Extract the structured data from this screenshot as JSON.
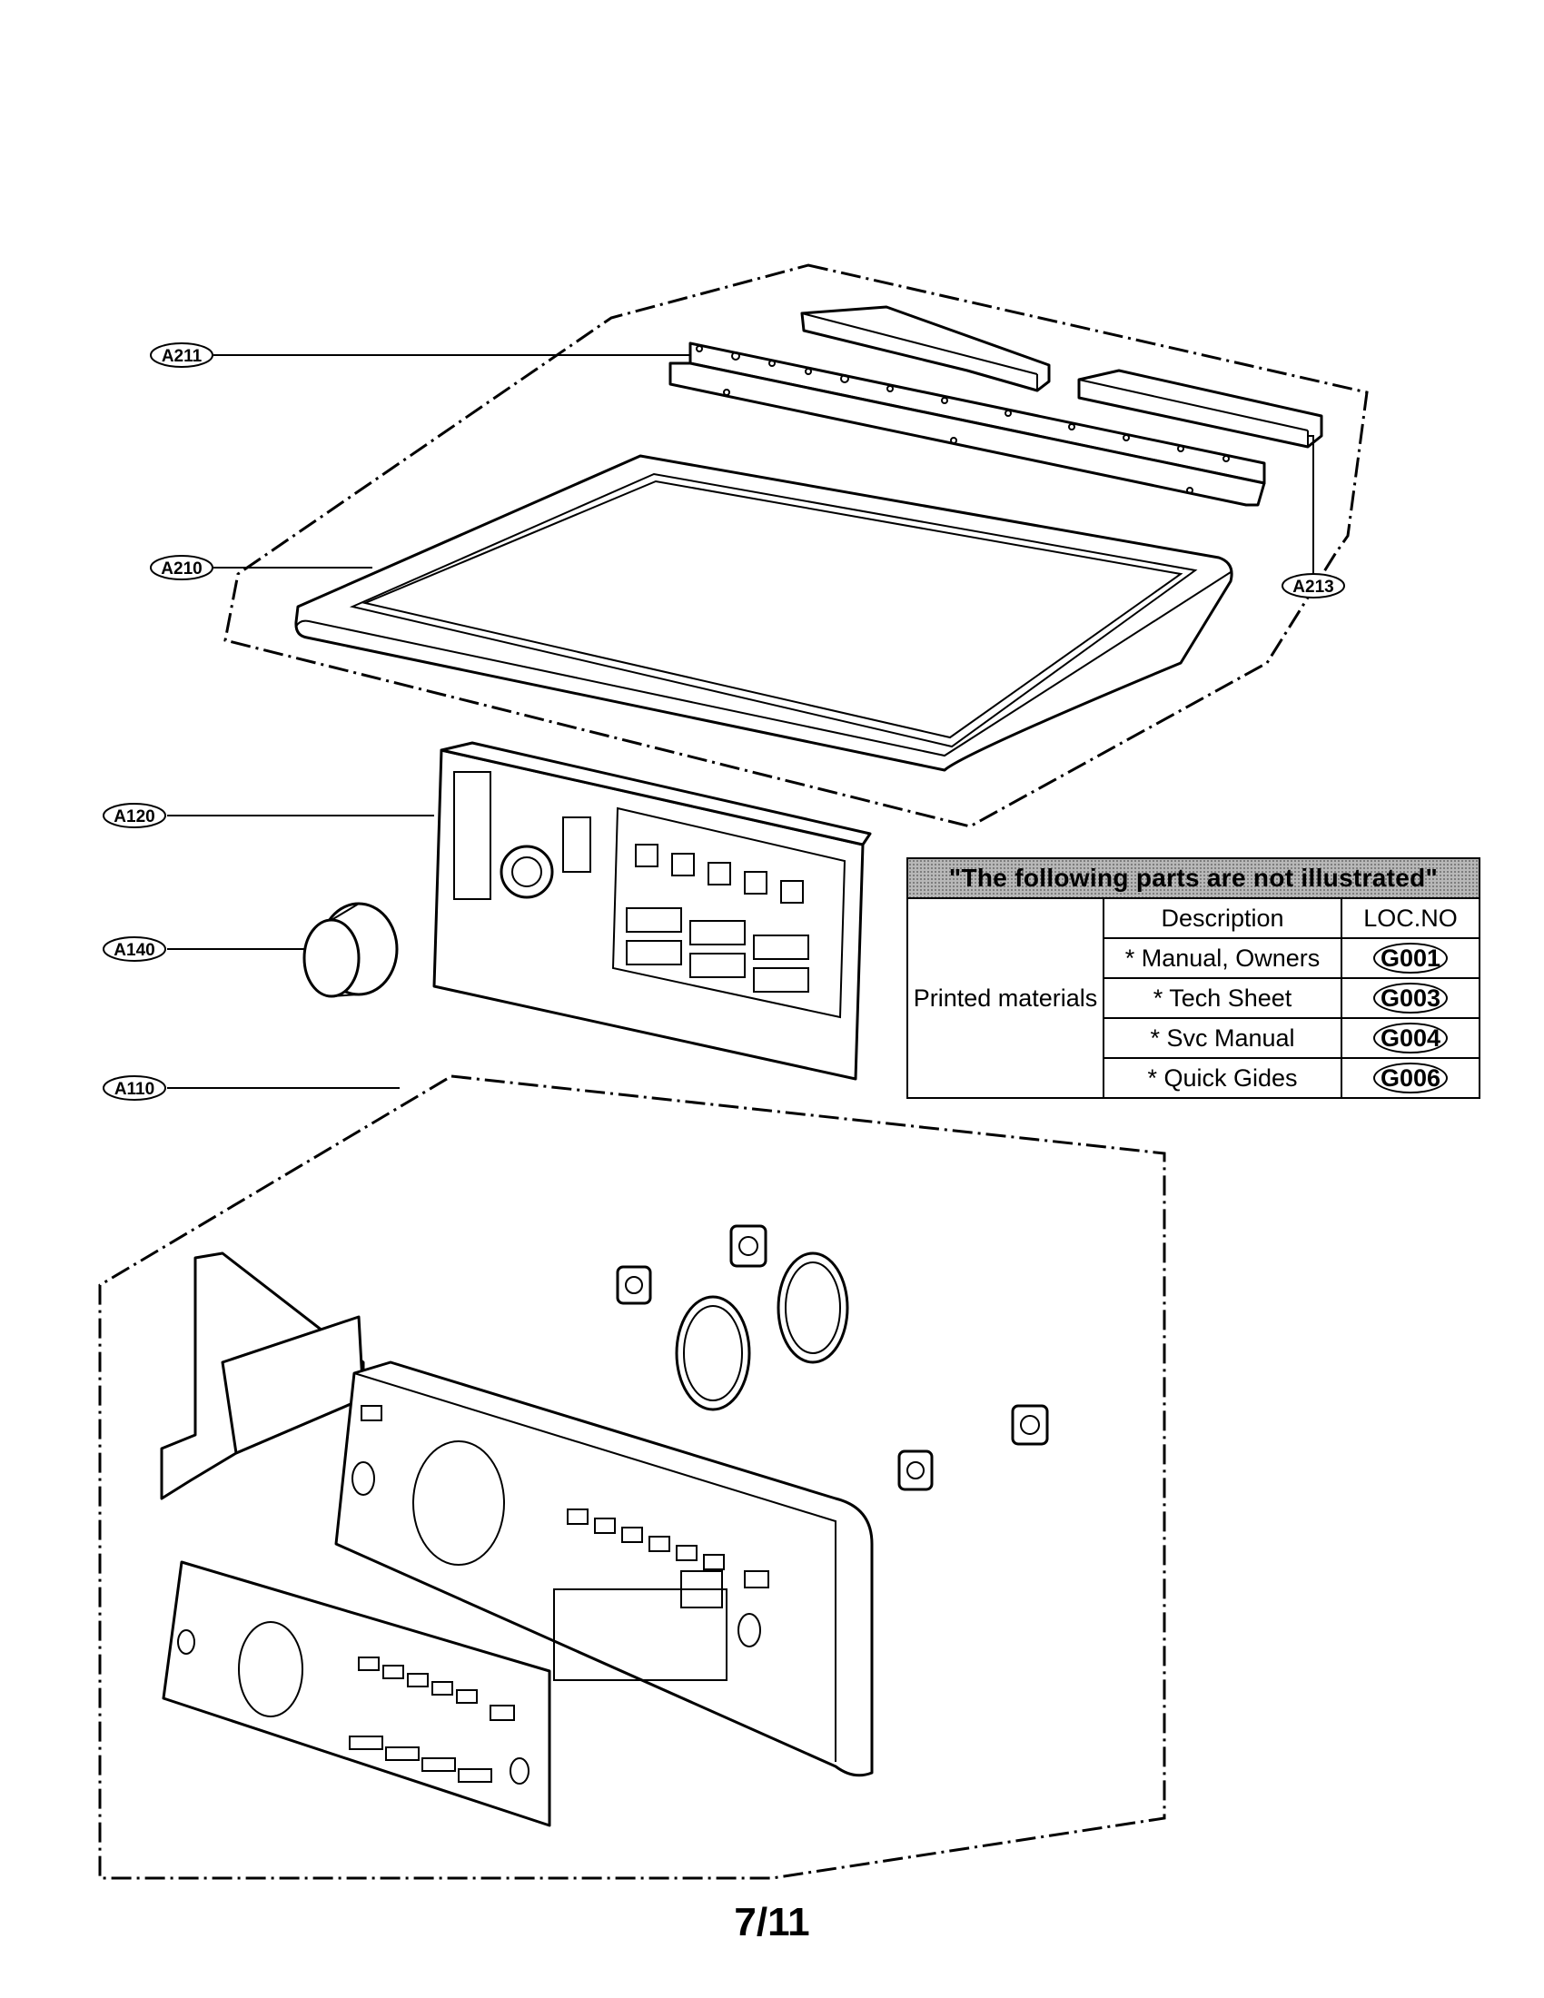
{
  "callouts": {
    "a211": "A211",
    "a210": "A210",
    "a213": "A213",
    "a120": "A120",
    "a140": "A140",
    "a110": "A110"
  },
  "not_illustrated": {
    "title": "\"The following parts are not illustrated\"",
    "header_description": "Description",
    "header_loc": "LOC.NO",
    "group_label": "Printed materials",
    "rows": [
      {
        "description": "* Manual, Owners",
        "loc": "G001"
      },
      {
        "description": "* Tech Sheet",
        "loc": "G003"
      },
      {
        "description": "* Svc Manual",
        "loc": "G004"
      },
      {
        "description": "* Quick Gides",
        "loc": "G006"
      }
    ]
  },
  "page_number": "7/11"
}
